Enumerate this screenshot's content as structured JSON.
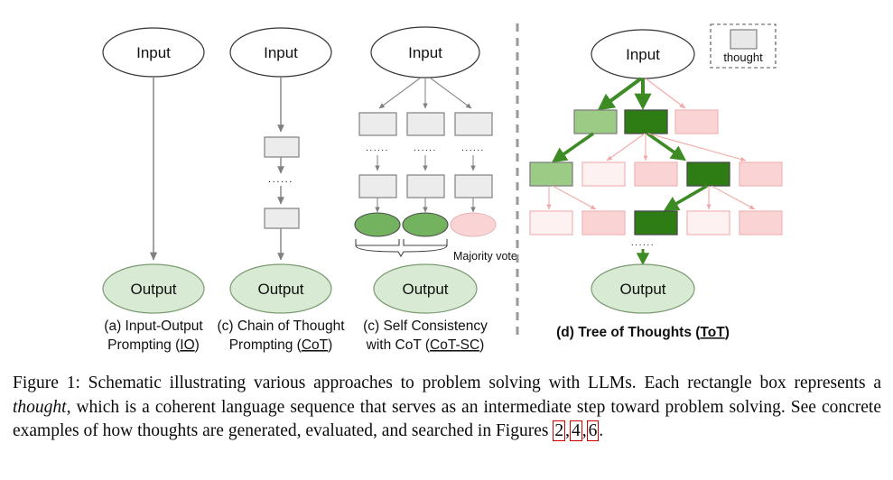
{
  "figure": {
    "panels": [
      {
        "id": "io",
        "caption_line1": "(a) Input-Output",
        "caption_line2_pre": "Prompting (",
        "caption_line2_link": "IO",
        "caption_line2_post": ")",
        "input_label": "Input",
        "output_label": "Output"
      },
      {
        "id": "cot",
        "caption_line1": "(c) Chain of Thought",
        "caption_line2_pre": "Prompting (",
        "caption_line2_link": "CoT",
        "caption_line2_post": ")",
        "input_label": "Input",
        "output_label": "Output",
        "ellipsis": "......"
      },
      {
        "id": "cot-sc",
        "caption_line1": "(c) Self Consistency",
        "caption_line2_pre": "with CoT (",
        "caption_line2_link": "CoT-SC",
        "caption_line2_post": ")",
        "input_label": "Input",
        "output_label": "Output",
        "vote_label": "Majority vote",
        "ellipsis": "......"
      },
      {
        "id": "tot",
        "caption_pre": "(d) Tree of Thoughts (",
        "caption_link": "ToT",
        "caption_post": ")",
        "input_label": "Input",
        "output_label": "Output",
        "ellipsis": "......"
      }
    ],
    "legend": {
      "label": "thought",
      "swatch_fill": "#e8e8e8",
      "swatch_stroke": "#808080",
      "border_style": "dashed"
    },
    "colors": {
      "thought_gray_fill": "#ececec",
      "thought_gray_stroke": "#808080",
      "output_green_fill": "#d8ead3",
      "output_green_stroke": "#7a9a72",
      "mid_green_fill": "#73b35f",
      "mid_green_stroke": "#4a4a4a",
      "light_green_fill": "#9ccb85",
      "dark_green_fill": "#2e7d14",
      "pink_fill": "#fad4d4",
      "pale_pink_fill": "#fdf1f1",
      "pink_stroke": "#f2b8b8",
      "green_arrow": "#3d8b25",
      "pink_arrow": "#f4a9a9",
      "gray_arrow": "#808080",
      "divider": "#999999",
      "ref_box_border": "#cc0000"
    },
    "tot_tree": {
      "rows": [
        {
          "level": 1,
          "nodes": [
            "light-green",
            "dark-green",
            "pink"
          ]
        },
        {
          "level": 2,
          "nodes": [
            "light-green",
            "pale-pink",
            "pink",
            "dark-green",
            "pink"
          ]
        },
        {
          "level": 3,
          "nodes": [
            "pale-pink",
            "pink",
            "dark-green",
            "pale-pink",
            "pink"
          ]
        }
      ],
      "selected_path": [
        "dark-green-L1",
        "dark-green-L2",
        "dark-green-L3"
      ]
    }
  },
  "caption": {
    "prefix": "Figure 1: Schematic illustrating various approaches to problem solving with LLMs. Each rectangle box represents a ",
    "italic_word": "thought",
    "middle": ", which is a coherent language sequence that serves as an intermediate step toward problem solving. See concrete examples of how thoughts are generated, evaluated, and searched in Figures ",
    "ref1": "2",
    "sep1": ",",
    "ref2": "4",
    "sep2": ",",
    "ref3": "6",
    "suffix": "."
  }
}
